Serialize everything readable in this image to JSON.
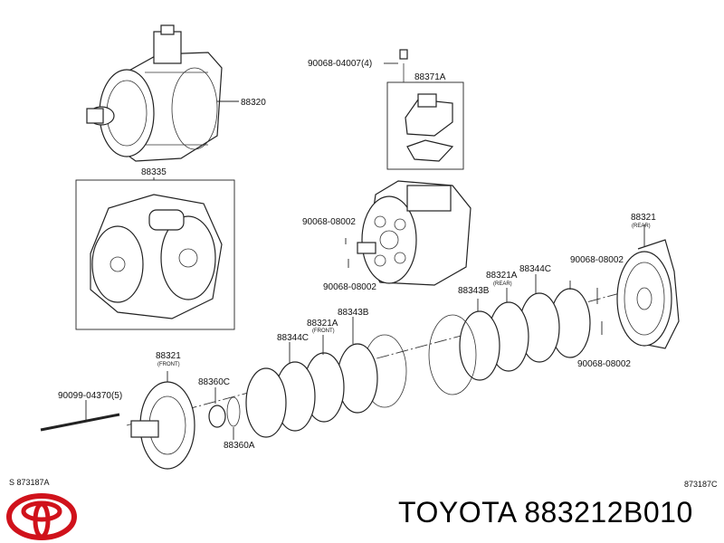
{
  "labels": {
    "p88320": "88320",
    "p90068_04007": "90068-04007(4)",
    "p88371A": "88371A",
    "p88335": "88335",
    "p90068_08002_a": "90068-08002",
    "p90068_08002_b": "90068-08002",
    "p88321_rear": "88321",
    "rear_tag": "(REAR)",
    "p90068_08002_c": "90068-08002",
    "p88344C_rear": "88344C",
    "p88321A_rear": "88321A",
    "rear_tag2": "(REAR)",
    "p88343B_rear": "88343B",
    "p90068_08002_d": "90068-08002",
    "p88344C_front": "88344C",
    "p88321A_front": "88321A",
    "front_tag": "(FRONT)",
    "p88343B_front": "88343B",
    "p88321_front": "88321",
    "front_tag2": "(FRONT)",
    "p88360C": "88360C",
    "p90099_04370": "90099-04370(5)",
    "p88360A": "88360A",
    "ref_left": "S 873187A",
    "ref_right": "873187C"
  },
  "footer": {
    "title": "TOYOTA 883212B010",
    "logo_icon": "toyota-logo",
    "logo_color": "#d0121b"
  }
}
